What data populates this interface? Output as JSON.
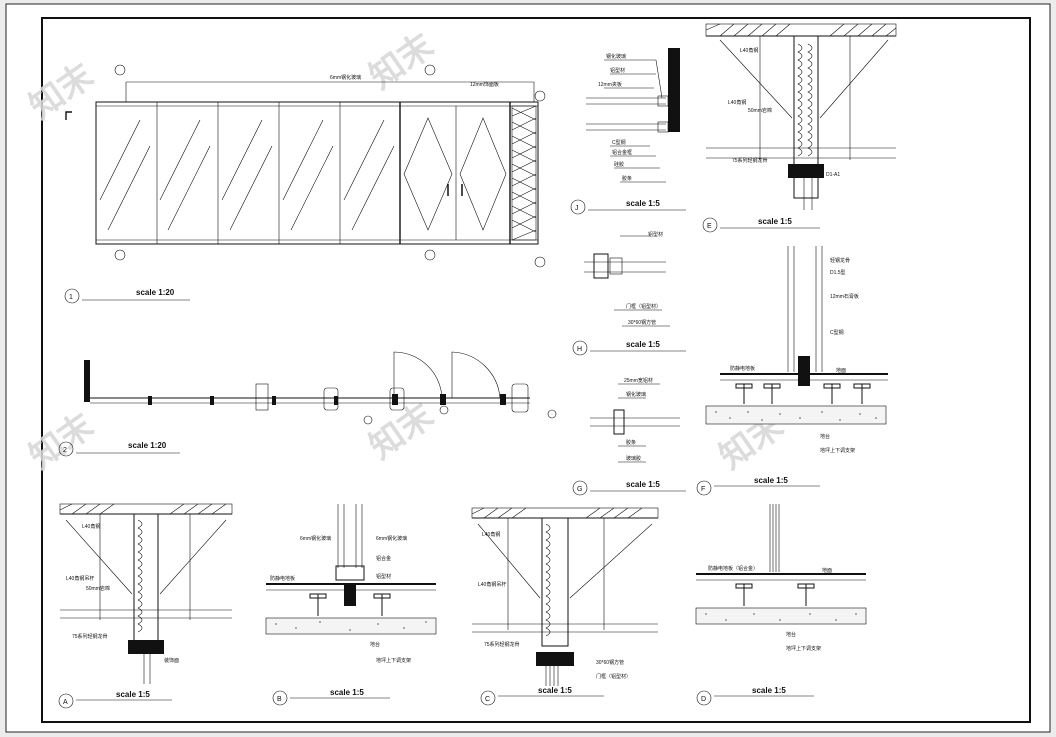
{
  "sheet": {
    "views": [
      {
        "id": "1",
        "caption": "",
        "scale": "scale 1:20"
      },
      {
        "id": "2",
        "caption": "",
        "scale": "scale 1:20"
      },
      {
        "id": "J",
        "caption": "",
        "scale": "scale 1:5"
      },
      {
        "id": "H",
        "caption": "",
        "scale": "scale 1:5"
      },
      {
        "id": "G",
        "caption": "",
        "scale": "scale 1:5"
      },
      {
        "id": "E",
        "caption": "",
        "scale": "scale 1:5"
      },
      {
        "id": "F",
        "caption": "",
        "scale": "scale 1:5"
      },
      {
        "id": "A",
        "caption": "",
        "scale": "scale 1:5"
      },
      {
        "id": "B",
        "caption": "",
        "scale": "scale 1:5"
      },
      {
        "id": "C",
        "caption": "",
        "scale": "scale 1:5"
      },
      {
        "id": "D",
        "caption": "",
        "scale": "scale 1:5"
      }
    ]
  },
  "notes": {
    "elev_glass": "6mm钢化玻璃",
    "elev_panel": "12mm饰面板",
    "j1": "钢化玻璃",
    "j2": "铝型材",
    "j3": "12mm夹板",
    "j4": "C型钢",
    "j5": "铝合金框",
    "j6": "硅胶",
    "j7": "胶条",
    "h1": "铝型材",
    "h2": "门框（铝型材）",
    "h3": "30*60钢方管",
    "g1": "25mm宽铝材",
    "g2": "钢化玻璃",
    "g3": "胶条",
    "g4": "玻璃胶",
    "e1": "L40角钢",
    "e2": "50mm岩棉",
    "e3": "75系列轻钢龙骨",
    "e4": "D1-A1",
    "f1": "轻钢龙骨",
    "f2": "D1.5型",
    "f3": "12mm石膏板",
    "f4": "C型钢",
    "f5": "防静电地板",
    "f6": "地面",
    "f7": "地台",
    "f8": "地坪上下调支架",
    "a1": "L40角钢",
    "a2": "L40角钢吊杆",
    "a3": "50mm岩棉",
    "a4": "75系列轻钢龙骨",
    "a5": "装饰面",
    "b1": "6mm钢化玻璃",
    "b2": "铝型材",
    "b3": "防静电地板",
    "b4": "地台",
    "b5": "地坪上下调支架",
    "b6": "6mm钢化玻璃",
    "b7": "铝合金",
    "c1": "L40角钢",
    "c2": "L40角钢吊杆",
    "c3": "75系列轻钢龙骨",
    "c4": "门框（铝型材）",
    "c5": "30*60钢方管",
    "d1": "防静电地板（铝合金）",
    "d2": "地面",
    "d3": "地台",
    "d4": "地坪上下调支架"
  },
  "watermark": "知末"
}
